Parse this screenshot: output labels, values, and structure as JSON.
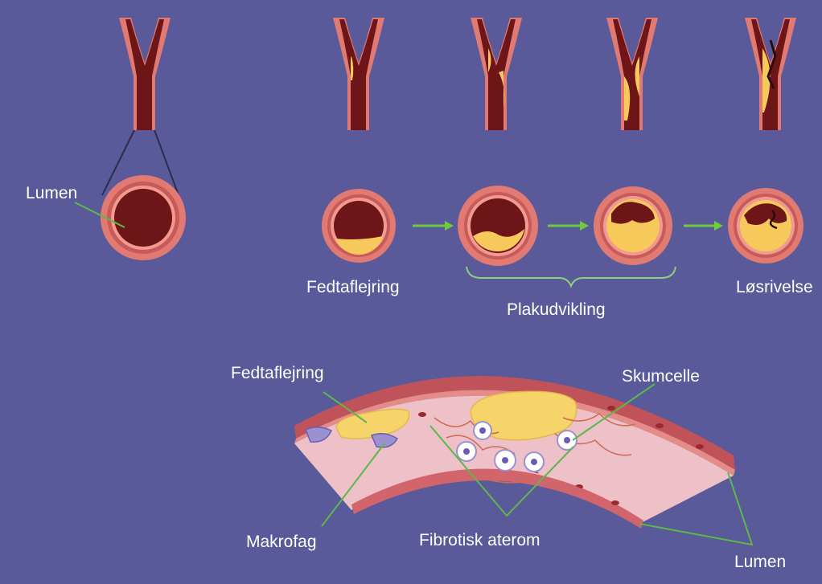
{
  "labels": {
    "lumen_top": "Lumen",
    "fedtaflejring_stage": "Fedtaflejring",
    "plakudvikling": "Plakudvikling",
    "losrivelse": "Løsrivelse",
    "fedtaflejring_detail": "Fedtaflejring",
    "skumcelle": "Skumcelle",
    "makrofag": "Makrofag",
    "fibrotisk_aterom": "Fibrotisk aterom",
    "lumen_bottom": "Lumen"
  },
  "colors": {
    "background": "#5a5a9a",
    "vessel_wall": "#e07a72",
    "vessel_wall_outer": "#c85a58",
    "lumen_blood": "#6e1518",
    "plaque_fat": "#f7c95a",
    "arrow": "#6ecb3c",
    "leader_line": "#5cb84a",
    "tissue": "#eec0c8",
    "cell": "#9a92cf"
  }
}
